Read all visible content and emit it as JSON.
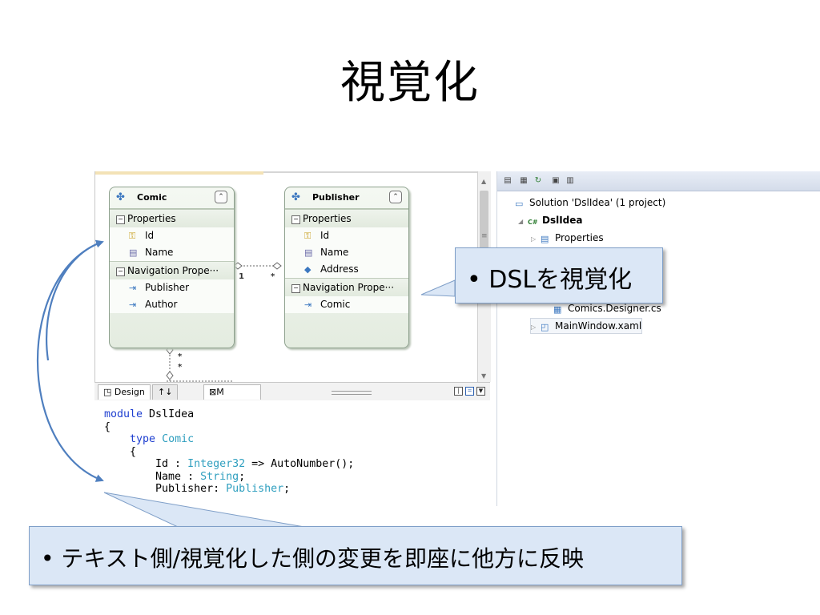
{
  "slide": {
    "title": "視覚化"
  },
  "designer": {
    "entities": [
      {
        "name": "Comic",
        "sections": [
          {
            "label": "Properties",
            "items": [
              {
                "label": "Id",
                "kind": "key"
              },
              {
                "label": "Name",
                "kind": "property"
              }
            ]
          },
          {
            "label": "Navigation Prope···",
            "items": [
              {
                "label": "Publisher",
                "kind": "navigation"
              },
              {
                "label": "Author",
                "kind": "navigation"
              }
            ]
          }
        ]
      },
      {
        "name": "Publisher",
        "sections": [
          {
            "label": "Properties",
            "items": [
              {
                "label": "Id",
                "kind": "key"
              },
              {
                "label": "Name",
                "kind": "property"
              },
              {
                "label": "Address",
                "kind": "complex"
              }
            ]
          },
          {
            "label": "Navigation Prope···",
            "items": [
              {
                "label": "Comic",
                "kind": "navigation"
              }
            ]
          }
        ]
      }
    ],
    "multiplicity": {
      "left": "1",
      "right": "*",
      "down_a": "*",
      "down_b": "*"
    }
  },
  "code_panel": {
    "tabs": [
      {
        "label": "Design"
      },
      {
        "label": "↑↓"
      },
      {
        "label": "M"
      }
    ],
    "lines": [
      [
        {
          "t": "module",
          "c": "kw"
        },
        {
          "t": " DslIdea",
          "c": ""
        }
      ],
      [
        {
          "t": "{",
          "c": ""
        }
      ],
      [
        {
          "t": "    ",
          "c": ""
        },
        {
          "t": "type",
          "c": "kw"
        },
        {
          "t": " Comic",
          "c": "ty"
        }
      ],
      [
        {
          "t": "    {",
          "c": ""
        }
      ],
      [
        {
          "t": "        Id : ",
          "c": ""
        },
        {
          "t": "Integer32",
          "c": "ty"
        },
        {
          "t": " => AutoNumber();",
          "c": ""
        }
      ],
      [
        {
          "t": "        Name : ",
          "c": ""
        },
        {
          "t": "String",
          "c": "ty"
        },
        {
          "t": ";",
          "c": ""
        }
      ],
      [
        {
          "t": "        Publisher: ",
          "c": ""
        },
        {
          "t": "Publisher",
          "c": "ty"
        },
        {
          "t": ";",
          "c": ""
        }
      ]
    ]
  },
  "solution_explorer": {
    "items": [
      {
        "label": "Solution 'DslIdea' (1 project)",
        "icon": "solution-icon",
        "level": 0,
        "bold": false,
        "expander": ""
      },
      {
        "label": "DslIdea",
        "icon": "project-icon",
        "level": 1,
        "bold": true,
        "expander": "◢"
      },
      {
        "label": "Properties",
        "icon": "folder-icon",
        "level": 2,
        "bold": false,
        "expander": "▷"
      },
      {
        "label": "Comics.Designer.cs",
        "icon": "cs-file-icon",
        "level": 3,
        "bold": false,
        "expander": ""
      },
      {
        "label": "MainWindow.xaml",
        "icon": "xaml-file-icon",
        "level": 2,
        "bold": false,
        "expander": "▷"
      }
    ]
  },
  "callouts": {
    "dsl": "• DSLを視覚化",
    "sync": "• テキスト側/視覚化した側の変更を即座に他方に反映"
  },
  "colors": {
    "callout_fill": "#dbe7f6",
    "callout_border": "#7f9fc8",
    "arrow": "#4f7fbf",
    "entity_border": "#8ea18e"
  }
}
